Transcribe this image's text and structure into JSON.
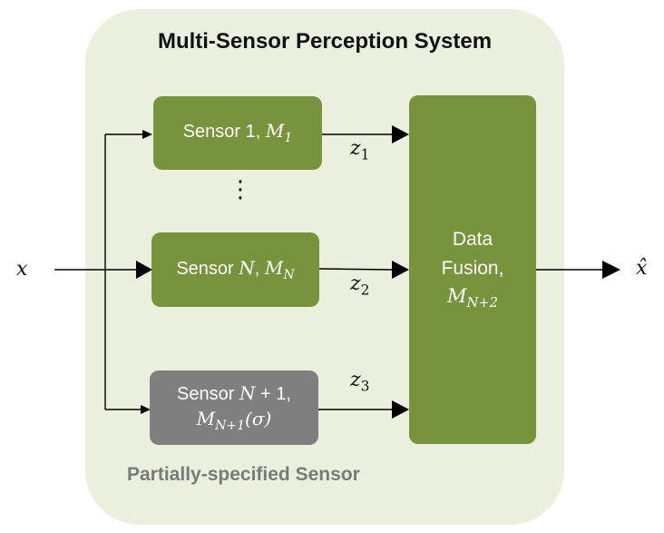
{
  "title": "Multi-Sensor Perception System",
  "footer": "Partially-specified Sensor",
  "input_label": "x",
  "output_label": "x̂",
  "sensors": [
    {
      "prefix": "Sensor 1, ",
      "model": "M",
      "model_sub": "1",
      "output": "z",
      "output_sub": "1"
    },
    {
      "prefix": "Sensor ",
      "var": "N",
      "mid": ", ",
      "model": "M",
      "model_sub": "N",
      "output": "z",
      "output_sub": "2"
    },
    {
      "line1": "Sensor ",
      "var": "N",
      "op": " + 1,",
      "model": "M",
      "model_sub": "N+1",
      "arg": "(σ)",
      "output": "z",
      "output_sub": "3"
    }
  ],
  "ellipsis": "⋮",
  "fusion": {
    "line1": "Data",
    "line2": "Fusion,",
    "model": "M",
    "model_sub": "N+2"
  },
  "colors": {
    "container": "#ebf0de",
    "sensor_box": "#77933c",
    "partial_box": "#7f7f7f",
    "footer_text": "#7a7a7a"
  }
}
